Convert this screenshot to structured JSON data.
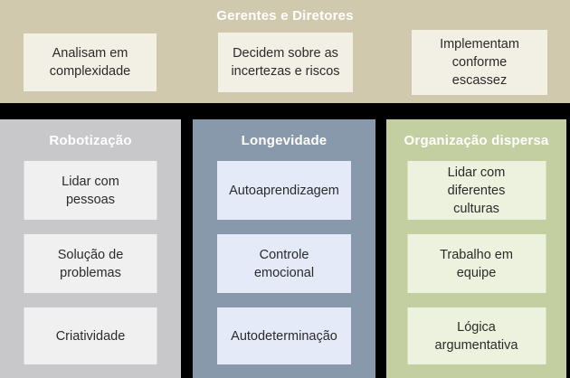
{
  "top_section": {
    "title": "Gerentes e Diretores",
    "boxes": [
      "Analisam em\ncomplexidade",
      "Decidem sobre as\nincertezas e riscos",
      "Implementam\nconforme\nescassez"
    ]
  },
  "columns": [
    {
      "title": "Robotização",
      "items": [
        "Lidar com\npessoas",
        "Solução de\nproblemas",
        "Criatividade"
      ]
    },
    {
      "title": "Longevidade",
      "items": [
        "Autoaprendizagem",
        "Controle\nemocional",
        "Autodeterminação"
      ]
    },
    {
      "title": "Organização dispersa",
      "items": [
        "Lidar com\ndiferentes\nculturas",
        "Trabalho em\nequipe",
        "Lógica\nargumentativa"
      ]
    }
  ],
  "colors": {
    "page_background": "#000000",
    "top_section_background": "#d0c9ae",
    "top_box_background": "#f2efe4",
    "robotizacao_column": "#c8c8ca",
    "robotizacao_box": "#f0f0f1",
    "longevidade_column": "#8799ab",
    "longevidade_box": "#e4eaf8",
    "organizacao_column": "#c3cfa0",
    "organizacao_box": "#edf2de",
    "header_text": "#ffffff",
    "box_text": "#2b2b2b"
  }
}
